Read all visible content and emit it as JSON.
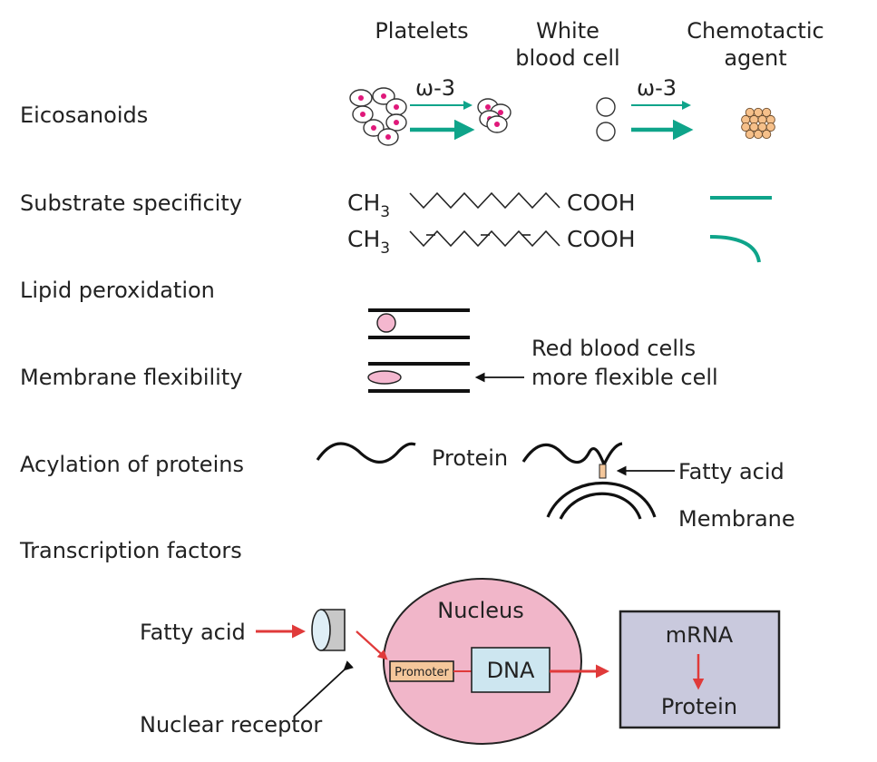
{
  "colors": {
    "teal": "#0fa48a",
    "red_arrow": "#e03a3a",
    "platelet_dot": "#e0187a",
    "cell_pink": "#f4b7cf",
    "chemo_orange": "#f6c08a",
    "nucleus_pink": "#f1b6c9",
    "promoter_fill": "#f4c79b",
    "dna_fill": "#cde6f0",
    "mrna_box": "#c9c9dd",
    "receptor_grey": "#c8c8c8"
  },
  "headers": {
    "platelets": "Platelets",
    "wbc_line1": "White",
    "wbc_line2": "blood cell",
    "chemo_line1": "Chemotactic",
    "chemo_line2": "agent"
  },
  "omega_top": "ω-3",
  "omega_wbc": "ω-3",
  "rows": {
    "eicosanoids": "Eicosanoids",
    "substrate": "Substrate specificity",
    "lipid": "Lipid peroxidation",
    "membrane_flex": "Membrane flexibility",
    "acylation": "Acylation of proteins",
    "transcription": "Transcription factors"
  },
  "substrate": {
    "ch3": "CH",
    "sub3": "3",
    "cooh": "COOH"
  },
  "rbc": {
    "line1": "Red blood cells",
    "line2": "more flexible cell"
  },
  "acyl": {
    "protein": "Protein",
    "fatty_acid": "Fatty acid",
    "membrane": "Membrane"
  },
  "tf": {
    "fatty_acid": "Fatty acid",
    "nucleus": "Nucleus",
    "promoter": "Promoter",
    "dna": "DNA",
    "mrna": "mRNA",
    "protein": "Protein",
    "nuclear_receptor": "Nuclear receptor"
  }
}
